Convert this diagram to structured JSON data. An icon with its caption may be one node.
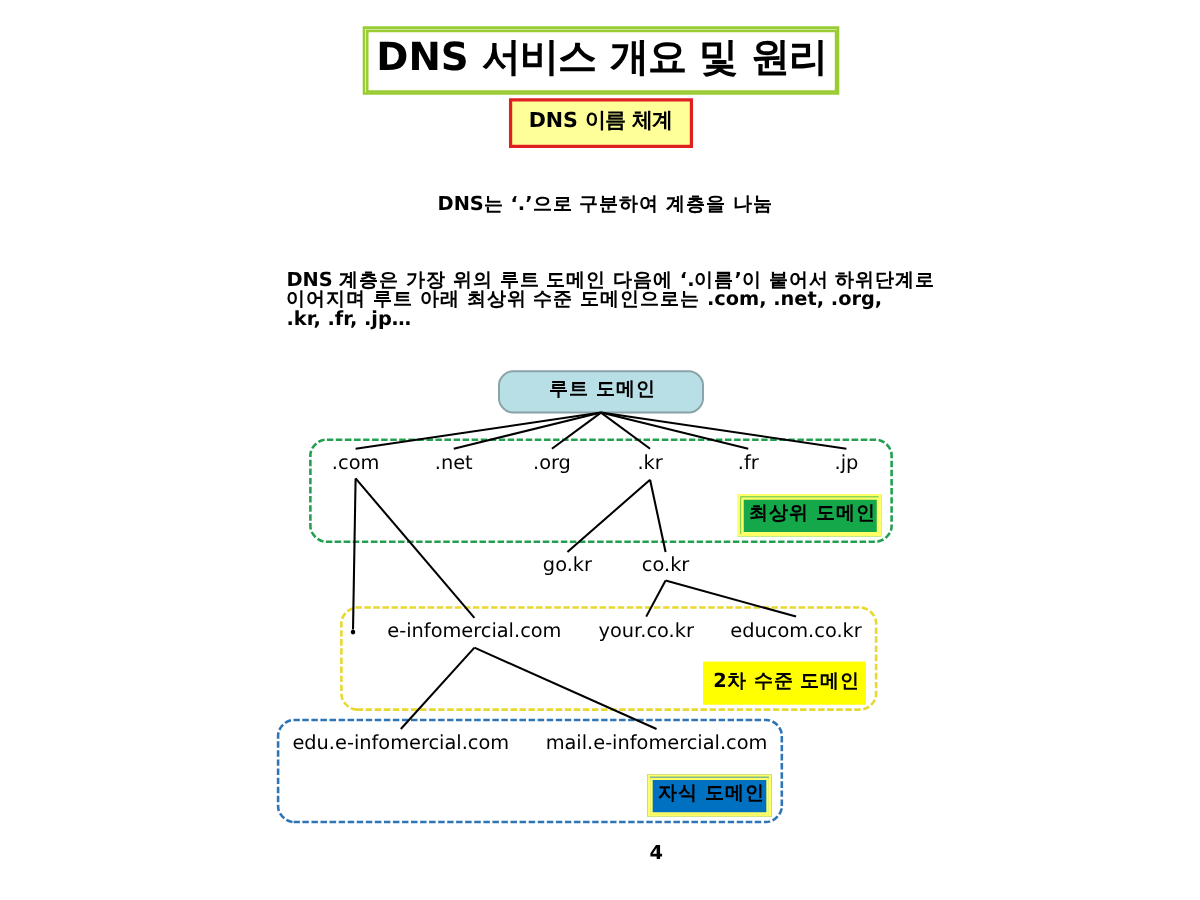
{
  "diagram": {
    "title": "DNS 서비스 개요 및 원리",
    "nodes": [
      {
        "text": [
          "DNS 이름 체계"
        ]
      },
      {
        "text": [
          "루트 도메인"
        ]
      },
      {
        "text": [
          "최상위 도메인"
        ]
      },
      {
        "text": [
          ".com"
        ],
        "in": 2
      },
      {
        "text": [
          ".net"
        ],
        "in": 2
      },
      {
        "text": [
          ".org"
        ],
        "in": 2
      },
      {
        "text": [
          ".kr"
        ],
        "in": 2
      },
      {
        "text": [
          ".fr"
        ],
        "in": 2
      },
      {
        "text": [
          ".jp"
        ],
        "in": 2
      },
      {
        "text": [
          "go.kr"
        ]
      },
      {
        "text": [
          "co.kr"
        ]
      },
      {
        "text": [
          "2차 수준 도메인"
        ]
      },
      {
        "text": [],
        "shape": "point",
        "in": 11
      },
      {
        "text": [
          "e-infomercial.com"
        ],
        "in": 11
      },
      {
        "text": [
          "your.co.kr"
        ],
        "in": 11
      },
      {
        "text": [
          "educom.co.kr"
        ],
        "in": 11
      },
      {
        "text": [
          "자식 도메인"
        ]
      },
      {
        "text": [
          "edu.e-infomercial.com"
        ],
        "in": 16
      },
      {
        "text": [
          "mail.e-infomercial.com"
        ],
        "in": 16
      }
    ],
    "edges": [
      {
        "from": 1,
        "to": 3,
        "arrow": "none"
      },
      {
        "from": 1,
        "to": 4,
        "arrow": "none"
      },
      {
        "from": 1,
        "to": 5,
        "arrow": "none"
      },
      {
        "from": 1,
        "to": 6,
        "arrow": "none"
      },
      {
        "from": 1,
        "to": 7,
        "arrow": "none"
      },
      {
        "from": 1,
        "to": 8,
        "arrow": "none"
      },
      {
        "from": 3,
        "to": 12,
        "arrow": "none"
      },
      {
        "from": 3,
        "to": 13,
        "arrow": "none"
      },
      {
        "from": 6,
        "to": 9,
        "arrow": "none"
      },
      {
        "from": 6,
        "to": 10,
        "arrow": "none"
      },
      {
        "from": 10,
        "to": 14,
        "arrow": "none"
      },
      {
        "from": 10,
        "to": 15,
        "arrow": "none"
      },
      {
        "from": 13,
        "to": 17,
        "arrow": "none"
      },
      {
        "from": 13,
        "to": 18,
        "arrow": "none"
      }
    ],
    "labels": [
      "DNS는 ‘.’으로 구분하여 계층을 나눔",
      "DNS 계층은 가장 위의 루트 도메인 다음에 ‘.이름’이 붙어서 하위단계로 이어지며 루트 아래 최상위 수준 도메인으로는 .com, .net, .org, .kr, .fr, .jp…",
      "4"
    ]
  }
}
